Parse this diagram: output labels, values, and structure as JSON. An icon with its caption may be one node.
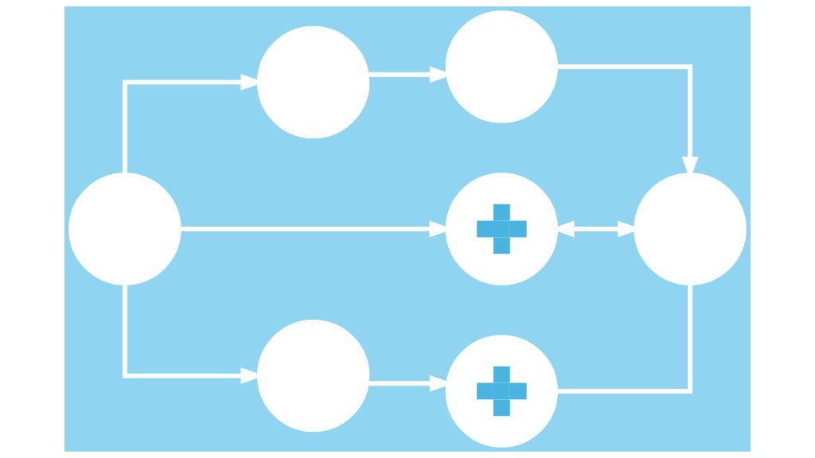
{
  "diagram": {
    "nodes": [
      {
        "text": [],
        "shape": "circle"
      },
      {
        "text": [],
        "shape": "circle"
      },
      {
        "text": [],
        "shape": "circle"
      },
      {
        "text": [],
        "shape": "cross"
      },
      {
        "text": [],
        "shape": "circle"
      },
      {
        "text": [],
        "shape": "circle"
      },
      {
        "text": [],
        "shape": "cross"
      }
    ],
    "edges": [
      {
        "from": 2,
        "to": 0,
        "arrow": "to"
      },
      {
        "from": 0,
        "to": 1,
        "arrow": "to"
      },
      {
        "from": 1,
        "to": 4,
        "arrow": "to"
      },
      {
        "from": 2,
        "to": 3,
        "arrow": "to"
      },
      {
        "from": 3,
        "to": 4,
        "arrow": "both"
      },
      {
        "from": 2,
        "to": 5,
        "arrow": "to"
      },
      {
        "from": 5,
        "to": 6,
        "arrow": "to"
      },
      {
        "from": 6,
        "to": 4,
        "arrow": "none"
      }
    ]
  }
}
